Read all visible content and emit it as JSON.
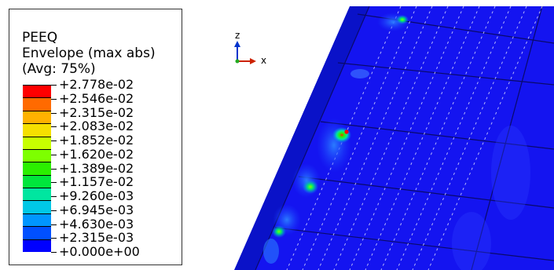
{
  "legend": {
    "variable": "PEEQ",
    "subtitle": "Envelope (max abs)",
    "averaging": "(Avg: 75%)",
    "values": [
      "+2.778e-02",
      "+2.546e-02",
      "+2.315e-02",
      "+2.083e-02",
      "+1.852e-02",
      "+1.620e-02",
      "+1.389e-02",
      "+1.157e-02",
      "+9.260e-03",
      "+6.945e-03",
      "+4.630e-03",
      "+2.315e-03",
      "+0.000e+00"
    ],
    "colors": [
      "#ff0000",
      "#ff6a00",
      "#ffb200",
      "#f5e000",
      "#c8ff00",
      "#7dff00",
      "#2bef00",
      "#00e63c",
      "#00e6a0",
      "#00c8e6",
      "#0096ff",
      "#0050ff",
      "#0000ff"
    ]
  },
  "triad": {
    "z_label": "z",
    "x_label": "x"
  },
  "colors": {
    "base_blue": "#1414f0",
    "panel_edge": "#0a0a7a",
    "hotspot": "#ff0000"
  }
}
